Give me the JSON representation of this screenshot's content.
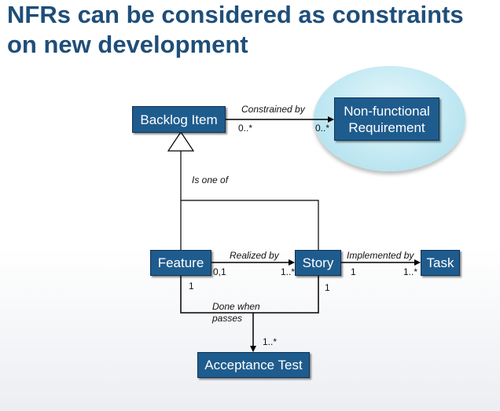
{
  "slide": {
    "title_lines": [
      "NFRs can be considered as constraints",
      "on new development"
    ]
  },
  "boxes": {
    "backlog_item": "Backlog Item",
    "nfr_line1": "Non-functional",
    "nfr_line2": "Requirement",
    "feature": "Feature",
    "story": "Story",
    "task": "Task",
    "acceptance_test": "Acceptance Test"
  },
  "relations": {
    "constrained_by": "Constrained by",
    "is_one_of": "Is one of",
    "realized_by": "Realized by",
    "implemented_by": "Implemented by",
    "done_when_passes": "Done when passes"
  },
  "multiplicities": {
    "backlog_constrained": "0..*",
    "nfr_constrained": "0..*",
    "feature_realized": "0,1",
    "story_realized": "1..*",
    "story_implemented": "1",
    "task_implemented": "1..*",
    "feature_done": "1",
    "story_done": "1",
    "acceptance_done": "1..*"
  },
  "colors": {
    "box_fill": "#1f5c8e",
    "title": "#1f4e79",
    "highlight_ellipse": "#c3e9f3"
  }
}
